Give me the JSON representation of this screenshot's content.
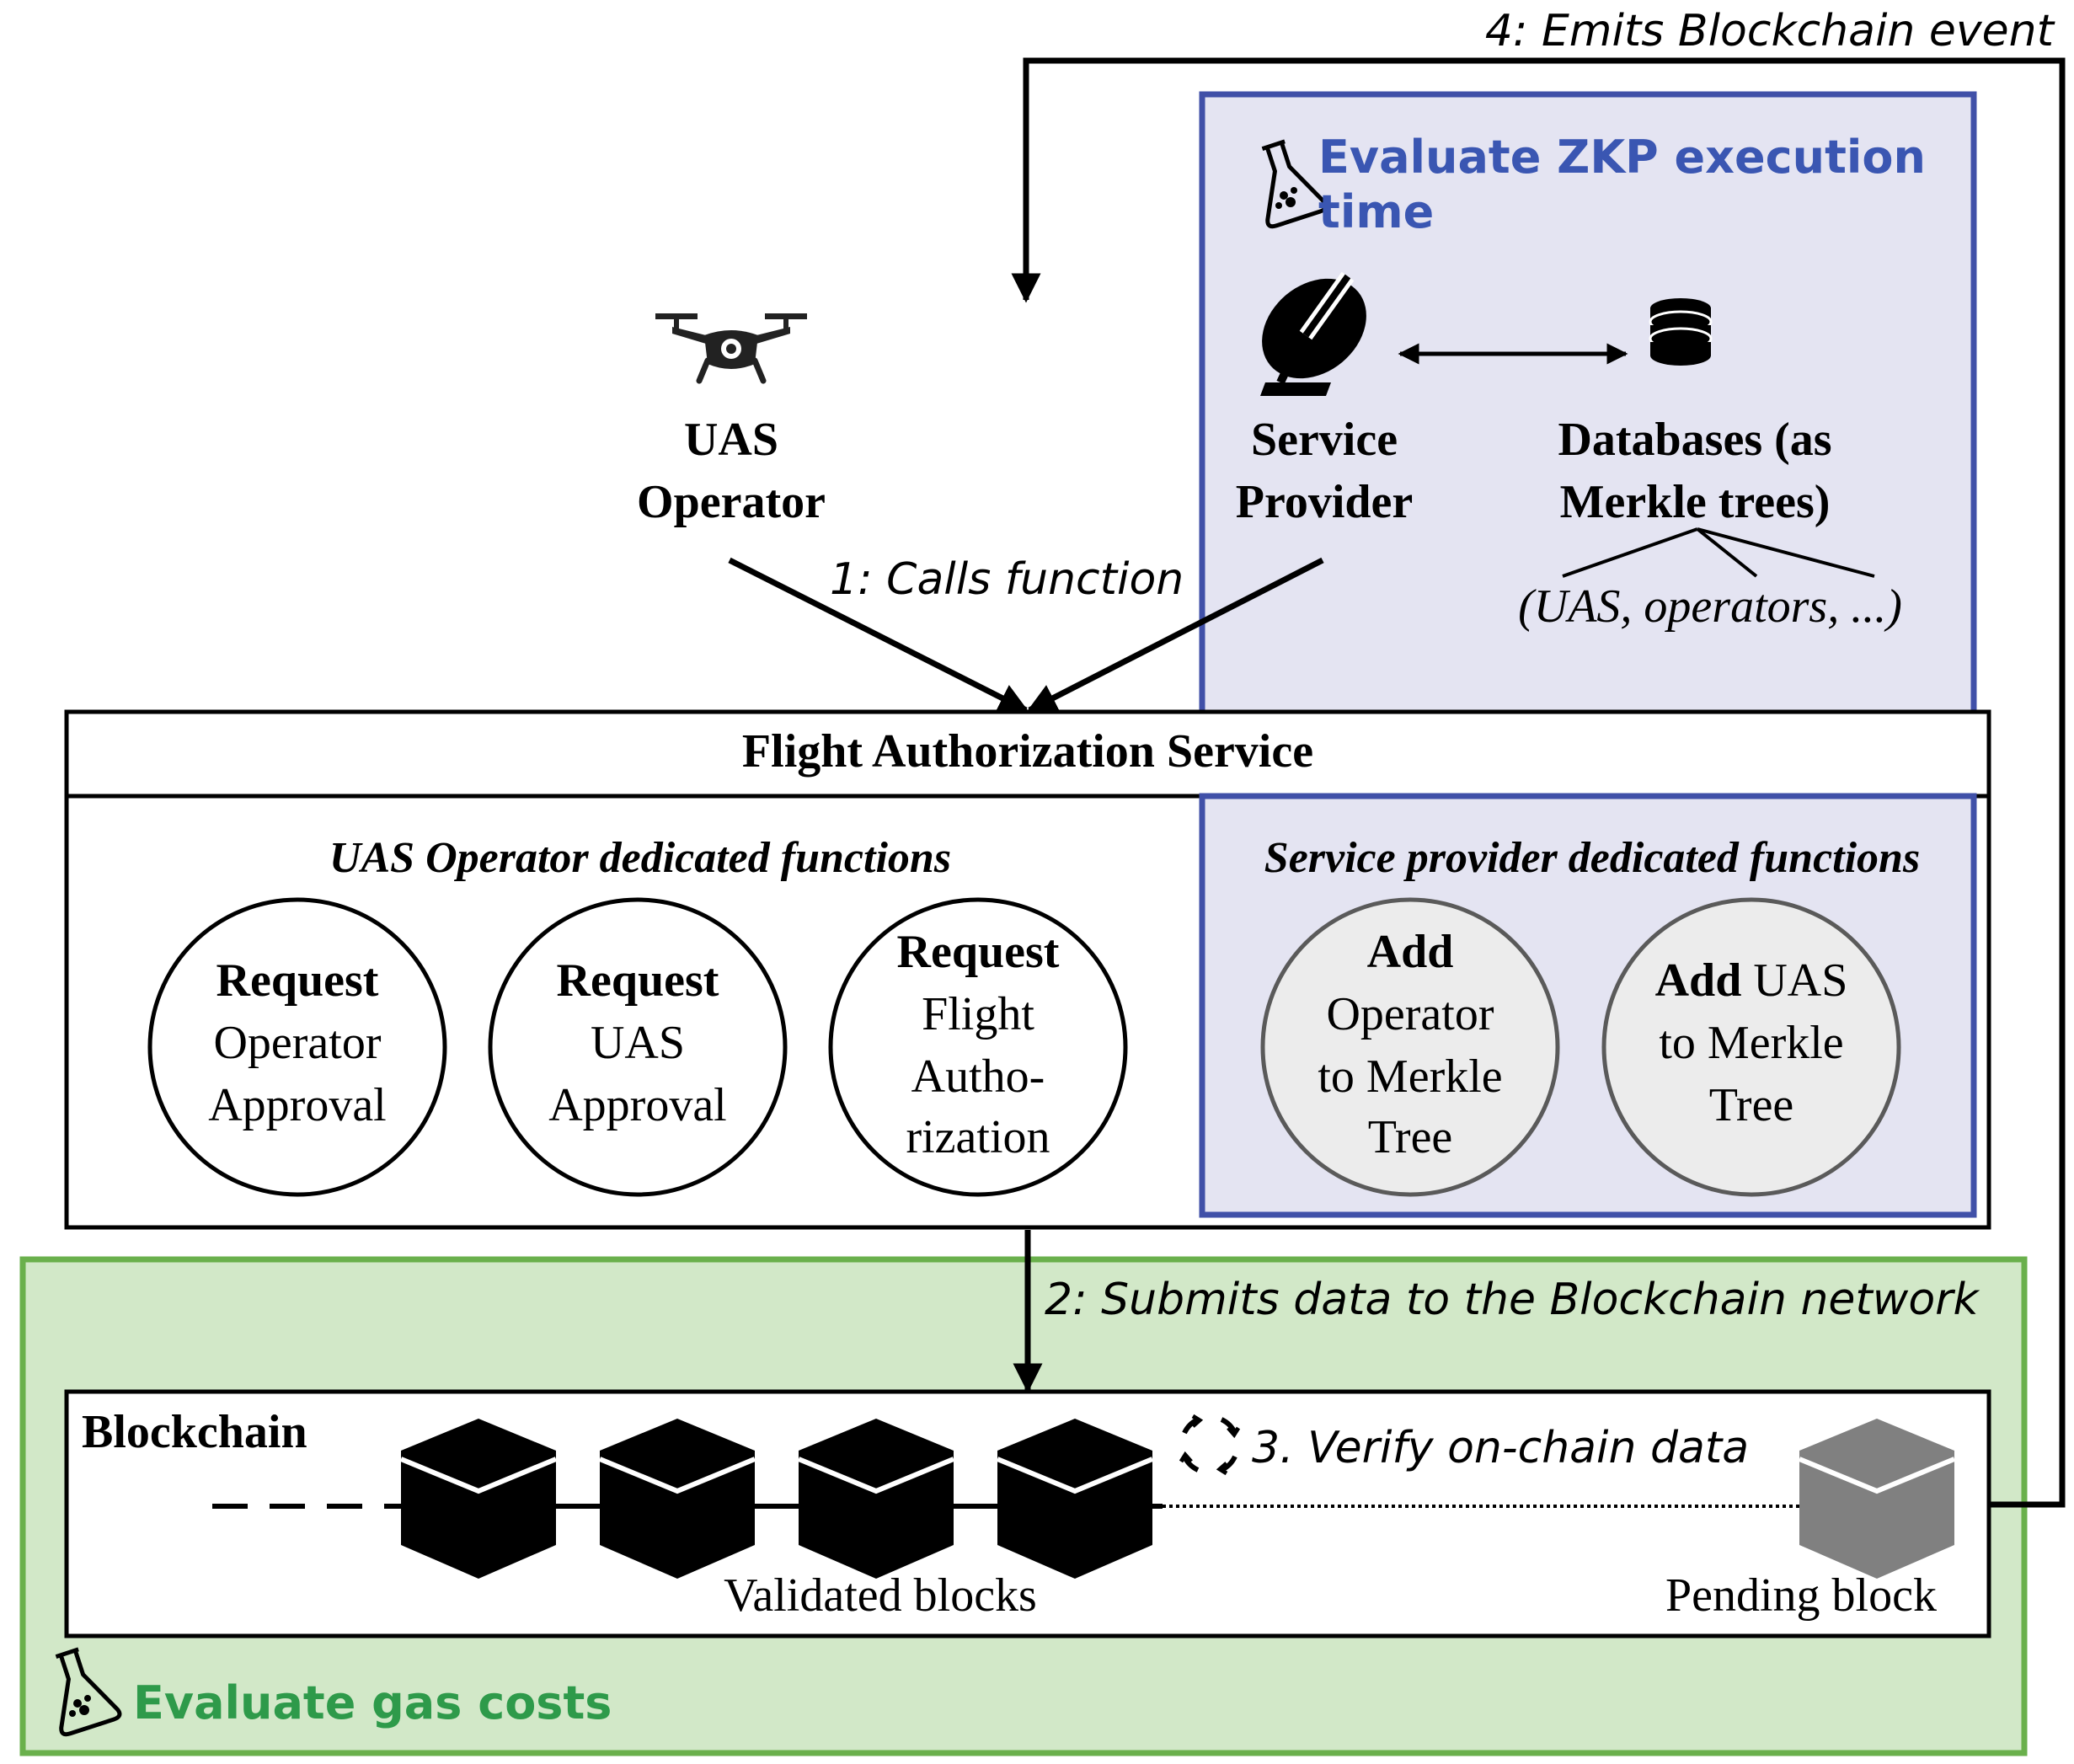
{
  "colors": {
    "zkp_fill": "#e4e4f2",
    "zkp_stroke": "#4050a8",
    "zkp_text": "#3a56b2",
    "gas_fill": "#d2e8c8",
    "gas_stroke": "#6ab04c",
    "gas_text": "#2e9a4a",
    "sp_circle_fill": "#ececec",
    "sp_circle_stroke": "#5a5a5a",
    "pending_block": "#808080",
    "ink": "#000000"
  },
  "zkp_panel": {
    "title_line1": "Evaluate ZKP execution",
    "title_line2": "time",
    "icon": "flask-icon"
  },
  "gas_panel": {
    "title": "Evaluate gas costs",
    "icon": "flask-icon"
  },
  "actors": {
    "uas_operator": {
      "line1": "UAS",
      "line2": "Operator",
      "icon": "drone-icon"
    },
    "service_provider": {
      "line1": "Service",
      "line2": "Provider",
      "icon": "satellite-dish-icon"
    },
    "databases": {
      "line1": "Databases (as",
      "line2": "Merkle trees)",
      "subnote": "(UAS, operators, ...)",
      "icon": "database-icon"
    }
  },
  "flows": {
    "step1": "1: Calls function",
    "step2": "2: Submits data to the Blockchain network",
    "step3": "3. Verify on-chain data",
    "step4": "4: Emits Blockchain event"
  },
  "fas": {
    "title": "Flight Authorization Service",
    "operator_section": "UAS Operator dedicated functions",
    "provider_section": "Service provider dedicated functions",
    "operator_functions": [
      {
        "bold": "Request",
        "lines": [
          "Operator",
          "Approval"
        ]
      },
      {
        "bold": "Request",
        "lines": [
          "UAS",
          "Approval"
        ]
      },
      {
        "bold": "Request",
        "lines": [
          "Flight",
          "Autho-",
          "rization"
        ]
      }
    ],
    "provider_functions": [
      {
        "bold": "Add",
        "lines": [
          "Operator",
          "to Merkle",
          "Tree"
        ]
      },
      {
        "bold": "Add",
        "rest": " UAS",
        "lines": [
          "to Merkle",
          "Tree"
        ]
      }
    ]
  },
  "blockchain": {
    "title": "Blockchain",
    "validated_label": "Validated blocks",
    "pending_label": "Pending block",
    "validated_count": 4,
    "cycle_icon": "refresh-cycle-icon"
  }
}
